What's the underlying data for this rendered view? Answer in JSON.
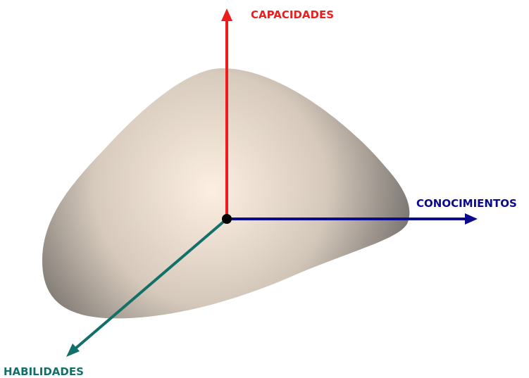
{
  "axes": {
    "vertical": {
      "label": "CAPACIDADES",
      "color": "#ee1c1c"
    },
    "horizontal": {
      "label": "CONOCIMIENTOS",
      "color": "#0a0a8c"
    },
    "diagonal": {
      "label": "HABILIDADES",
      "color": "#127068"
    }
  },
  "origin_color": "#000000",
  "surface_colors": {
    "light": "#fcefe2",
    "mid": "#c9bcae",
    "dark": "#6f6a66"
  }
}
